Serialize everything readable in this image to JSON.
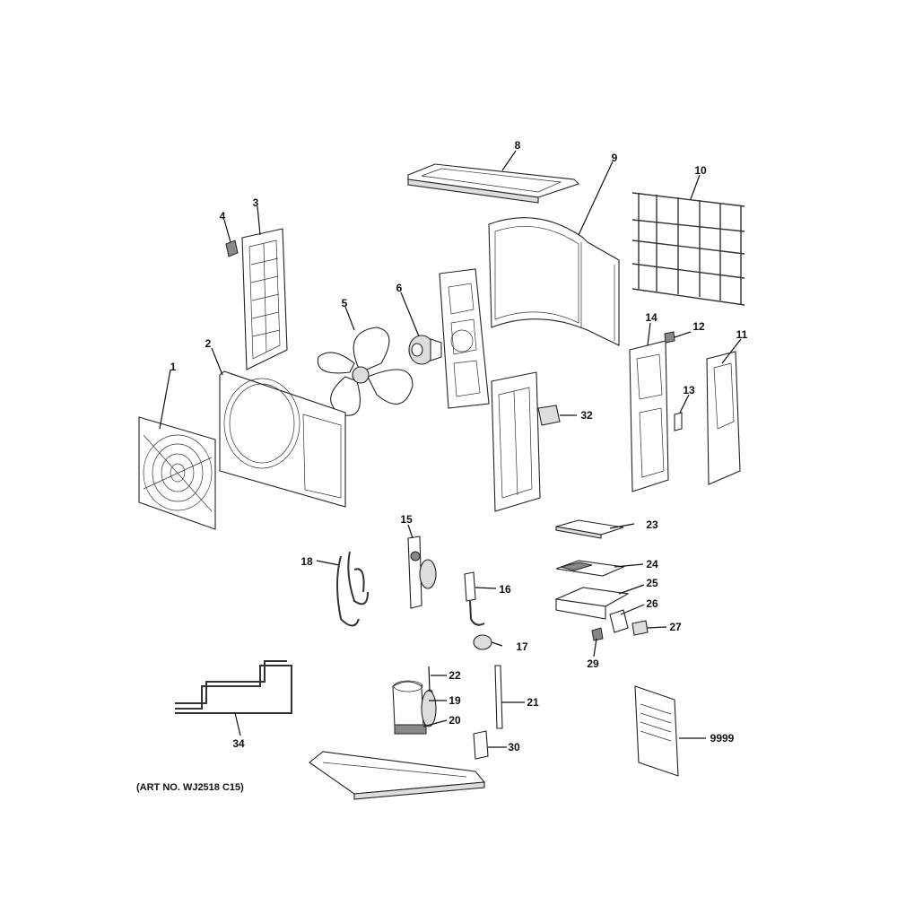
{
  "callouts": {
    "c1": "1",
    "c2": "2",
    "c3": "3",
    "c4": "4",
    "c5": "5",
    "c6": "6",
    "c8": "8",
    "c9": "9",
    "c10": "10",
    "c11": "11",
    "c12": "12",
    "c13": "13",
    "c14": "14",
    "c15": "15",
    "c16": "16",
    "c17": "17",
    "c18": "18",
    "c19": "19",
    "c20": "20",
    "c21": "21",
    "c22": "22",
    "c23": "23",
    "c24": "24",
    "c25": "25",
    "c26": "26",
    "c27": "27",
    "c29": "29",
    "c30": "30",
    "c32": "32",
    "c34": "34",
    "c9999": "9999"
  },
  "art_number": "(ART NO. WJ2518 C15)"
}
